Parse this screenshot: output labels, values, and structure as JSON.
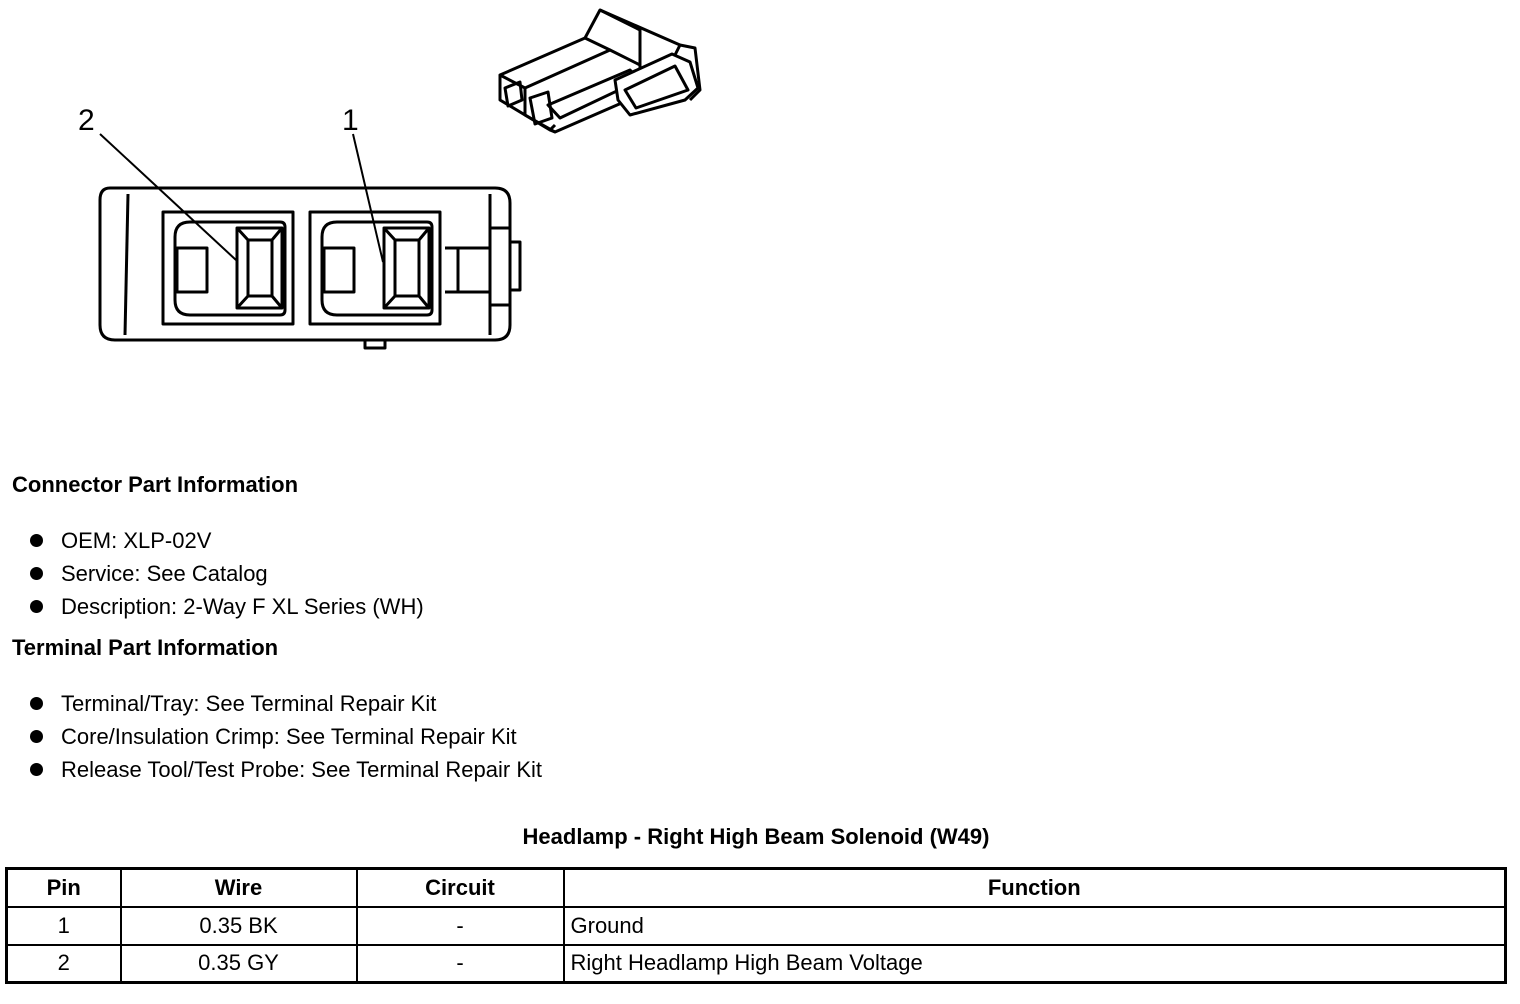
{
  "diagram": {
    "pin_labels": [
      "2",
      "1"
    ]
  },
  "connector_section": {
    "heading": "Connector Part Information",
    "items": [
      "OEM: XLP-02V",
      "Service: See Catalog",
      "Description: 2-Way F XL Series (WH)"
    ]
  },
  "terminal_section": {
    "heading": "Terminal Part Information",
    "items": [
      "Terminal/Tray: See Terminal Repair Kit",
      "Core/Insulation Crimp: See Terminal Repair Kit",
      "Release Tool/Test Probe: See Terminal Repair Kit"
    ]
  },
  "table": {
    "title": "Headlamp - Right High Beam Solenoid (W49)",
    "headers": [
      "Pin",
      "Wire",
      "Circuit",
      "Function"
    ],
    "rows": [
      [
        "1",
        "0.35 BK",
        "-",
        "Ground"
      ],
      [
        "2",
        "0.35 GY",
        "-",
        "Right Headlamp High Beam Voltage"
      ]
    ]
  }
}
